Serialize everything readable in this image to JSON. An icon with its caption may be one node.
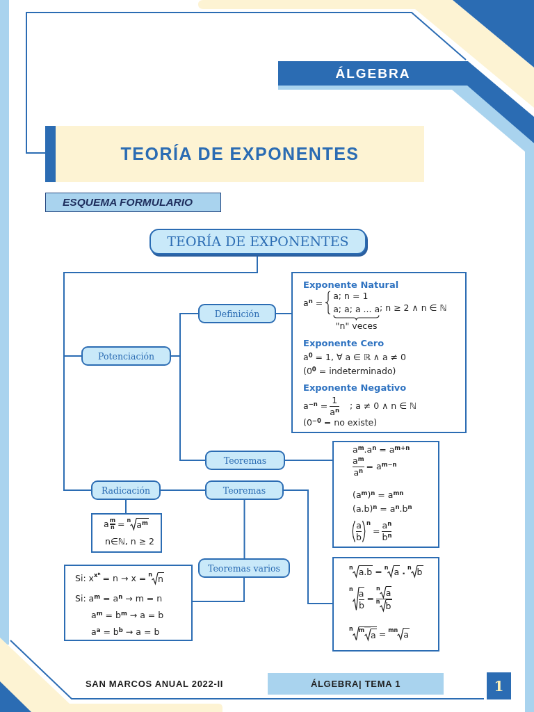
{
  "diagram": {
    "title": "TEORÍA DE EXPONENTES",
    "nodes": [
      {
        "text": [
          "TEORÍA DE EXPONENTES"
        ]
      },
      {
        "text": [
          "Potenciación"
        ]
      },
      {
        "text": [
          "Definición"
        ]
      },
      {
        "text": [
          "Exponente Natural",
          "a$^{n}$ =",
          "a; n = 1",
          "a; a; a ... a",
          "; n ≥ 2 ∧ n ∈ ℕ",
          "\"n\" veces",
          "Exponente Cero",
          "a$^{0}$ = 1, ∀ a ∈ ℝ ∧ a ≠ 0",
          "(0$^{0}$ = indeterminado)",
          "Exponente Negativo",
          "a$^{−n}$ =",
          "1",
          "a$^{n}$",
          "; a ≠ 0 ∧ n ∈ ℕ",
          "(0$^{−0}$ = no existe)"
        ]
      },
      {
        "text": [
          "Teoremas"
        ]
      },
      {
        "text": [
          "a$^{m}$.a$^{n}$ = a$^{m+n}$",
          "a$^{m}$",
          "a$^{n}$",
          "= a$^{m−n}$",
          "(a$^{m}$)$^{n}$ = a$^{mn}$",
          "(a.b)$^{n}$ = a$^{n}$.b$^{n}$",
          "a",
          "b",
          "n",
          "=",
          "a$^{n}$",
          "b$^{n}$"
        ]
      },
      {
        "text": [
          "Radicación"
        ]
      },
      {
        "text": [
          "a",
          "m",
          "n",
          "=",
          "n",
          "a$^{m}$",
          "n∈ℕ, n ≥ 2"
        ]
      },
      {
        "text": [
          "Teoremas"
        ]
      },
      {
        "text": [
          "Teoremas varios"
        ]
      },
      {
        "text": [
          "Si: x",
          "x$^{n}$",
          "= n → x =",
          "n",
          "n",
          "Si: a$^{m}$ = a$^{n}$ → m = n",
          "a$^{m}$ = b$^{m}$ → a = b",
          "a$^{a}$ = b$^{b}$ → a = b"
        ]
      },
      {
        "text": [
          "n",
          "a.b",
          "=",
          "n",
          "a",
          ".",
          "n",
          "b",
          "n",
          "a",
          "b",
          "=",
          "n",
          "a",
          "n",
          "b",
          "n",
          "m",
          "a",
          "=",
          "mn",
          "a"
        ]
      }
    ],
    "edges": [
      {
        "from": 0,
        "to": 1,
        "arrow": "none"
      },
      {
        "from": 0,
        "to": 6,
        "arrow": "none"
      },
      {
        "from": 1,
        "to": 2,
        "arrow": "none"
      },
      {
        "from": 1,
        "to": 4,
        "arrow": "none"
      },
      {
        "from": 2,
        "to": 3,
        "arrow": "none"
      },
      {
        "from": 4,
        "to": 5,
        "arrow": "none"
      },
      {
        "from": 6,
        "to": 7,
        "arrow": "none"
      },
      {
        "from": 6,
        "to": 8,
        "arrow": "none"
      },
      {
        "from": 8,
        "to": 9,
        "arrow": "none"
      },
      {
        "from": 9,
        "to": 10,
        "arrow": "none"
      },
      {
        "from": 8,
        "to": 11,
        "arrow": "none"
      }
    ],
    "labels": [
      "ÁLGEBRA",
      "ESQUEMA FORMULARIO",
      "SAN MARCOS ANUAL 2022-II",
      "ÁLGEBRA| TEMA 1",
      "1"
    ]
  }
}
